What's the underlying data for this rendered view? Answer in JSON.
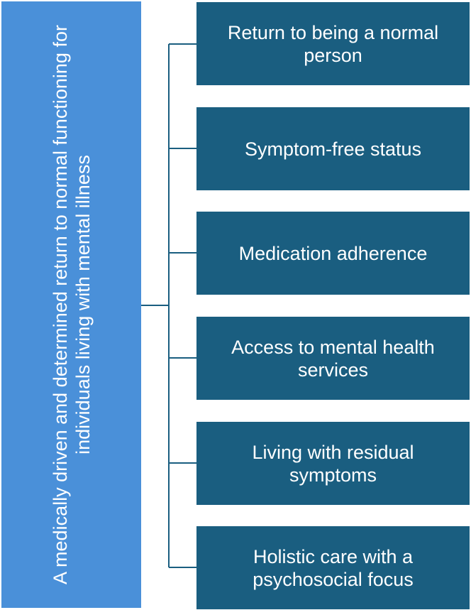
{
  "root": {
    "text": "A medically driven and determined return to normal functioning for individuals living with mental illness"
  },
  "children": [
    {
      "text": "Return to being a normal person"
    },
    {
      "text": "Symptom-free status"
    },
    {
      "text": "Medication adherence"
    },
    {
      "text": "Access to mental health services"
    },
    {
      "text": "Living with residual symptoms"
    },
    {
      "text": "Holistic care with a psychosocial focus"
    }
  ],
  "colors": {
    "root_fill": "#4a90d9",
    "child_fill": "#1a5e80",
    "connector": "#1a5e80",
    "text": "#ffffff"
  }
}
